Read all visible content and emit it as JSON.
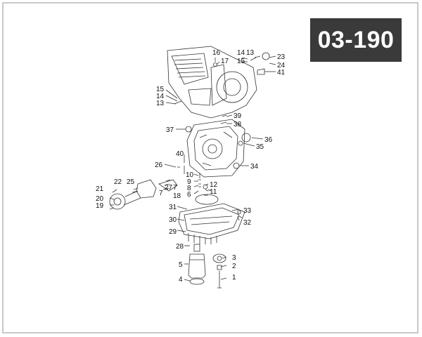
{
  "page": {
    "diagram_code": "03-190",
    "part_labels": [
      {
        "id": "p16",
        "text": "16"
      },
      {
        "id": "p17",
        "text": "17"
      },
      {
        "id": "p14a",
        "text": "14"
      },
      {
        "id": "p13a",
        "text": "13"
      },
      {
        "id": "p15a",
        "text": "15"
      },
      {
        "id": "p23",
        "text": "23"
      },
      {
        "id": "p24",
        "text": "24"
      },
      {
        "id": "p41",
        "text": "41"
      },
      {
        "id": "p15b",
        "text": "15"
      },
      {
        "id": "p14b",
        "text": "14"
      },
      {
        "id": "p13b",
        "text": "13"
      },
      {
        "id": "p39",
        "text": "39"
      },
      {
        "id": "p38",
        "text": "38"
      },
      {
        "id": "p37",
        "text": "37"
      },
      {
        "id": "p36",
        "text": "36"
      },
      {
        "id": "p35",
        "text": "35"
      },
      {
        "id": "p40",
        "text": "40"
      },
      {
        "id": "p34",
        "text": "34"
      },
      {
        "id": "p26",
        "text": "26"
      },
      {
        "id": "p10",
        "text": "10"
      },
      {
        "id": "p9",
        "text": "9"
      },
      {
        "id": "p8",
        "text": "8"
      },
      {
        "id": "p6",
        "text": "6"
      },
      {
        "id": "p12",
        "text": "12"
      },
      {
        "id": "p11",
        "text": "11"
      },
      {
        "id": "p22",
        "text": "22"
      },
      {
        "id": "p25",
        "text": "25"
      },
      {
        "id": "p27",
        "text": "27"
      },
      {
        "id": "p7a",
        "text": "7"
      },
      {
        "id": "p7b",
        "text": "7"
      },
      {
        "id": "p18",
        "text": "18"
      },
      {
        "id": "p21",
        "text": "21"
      },
      {
        "id": "p20",
        "text": "20"
      },
      {
        "id": "p19",
        "text": "19"
      },
      {
        "id": "p31",
        "text": "31"
      },
      {
        "id": "p33",
        "text": "33"
      },
      {
        "id": "p32",
        "text": "32"
      },
      {
        "id": "p30",
        "text": "30"
      },
      {
        "id": "p29",
        "text": "29"
      },
      {
        "id": "p28",
        "text": "28"
      },
      {
        "id": "p3",
        "text": "3"
      },
      {
        "id": "p2",
        "text": "2"
      },
      {
        "id": "p5",
        "text": "5"
      },
      {
        "id": "p1",
        "text": "1"
      },
      {
        "id": "p4",
        "text": "4"
      }
    ]
  },
  "colors": {
    "badge_bg": "#3a3a3a",
    "badge_text": "#ffffff",
    "frame_border": "#c9c9c9",
    "line": "#333333"
  }
}
